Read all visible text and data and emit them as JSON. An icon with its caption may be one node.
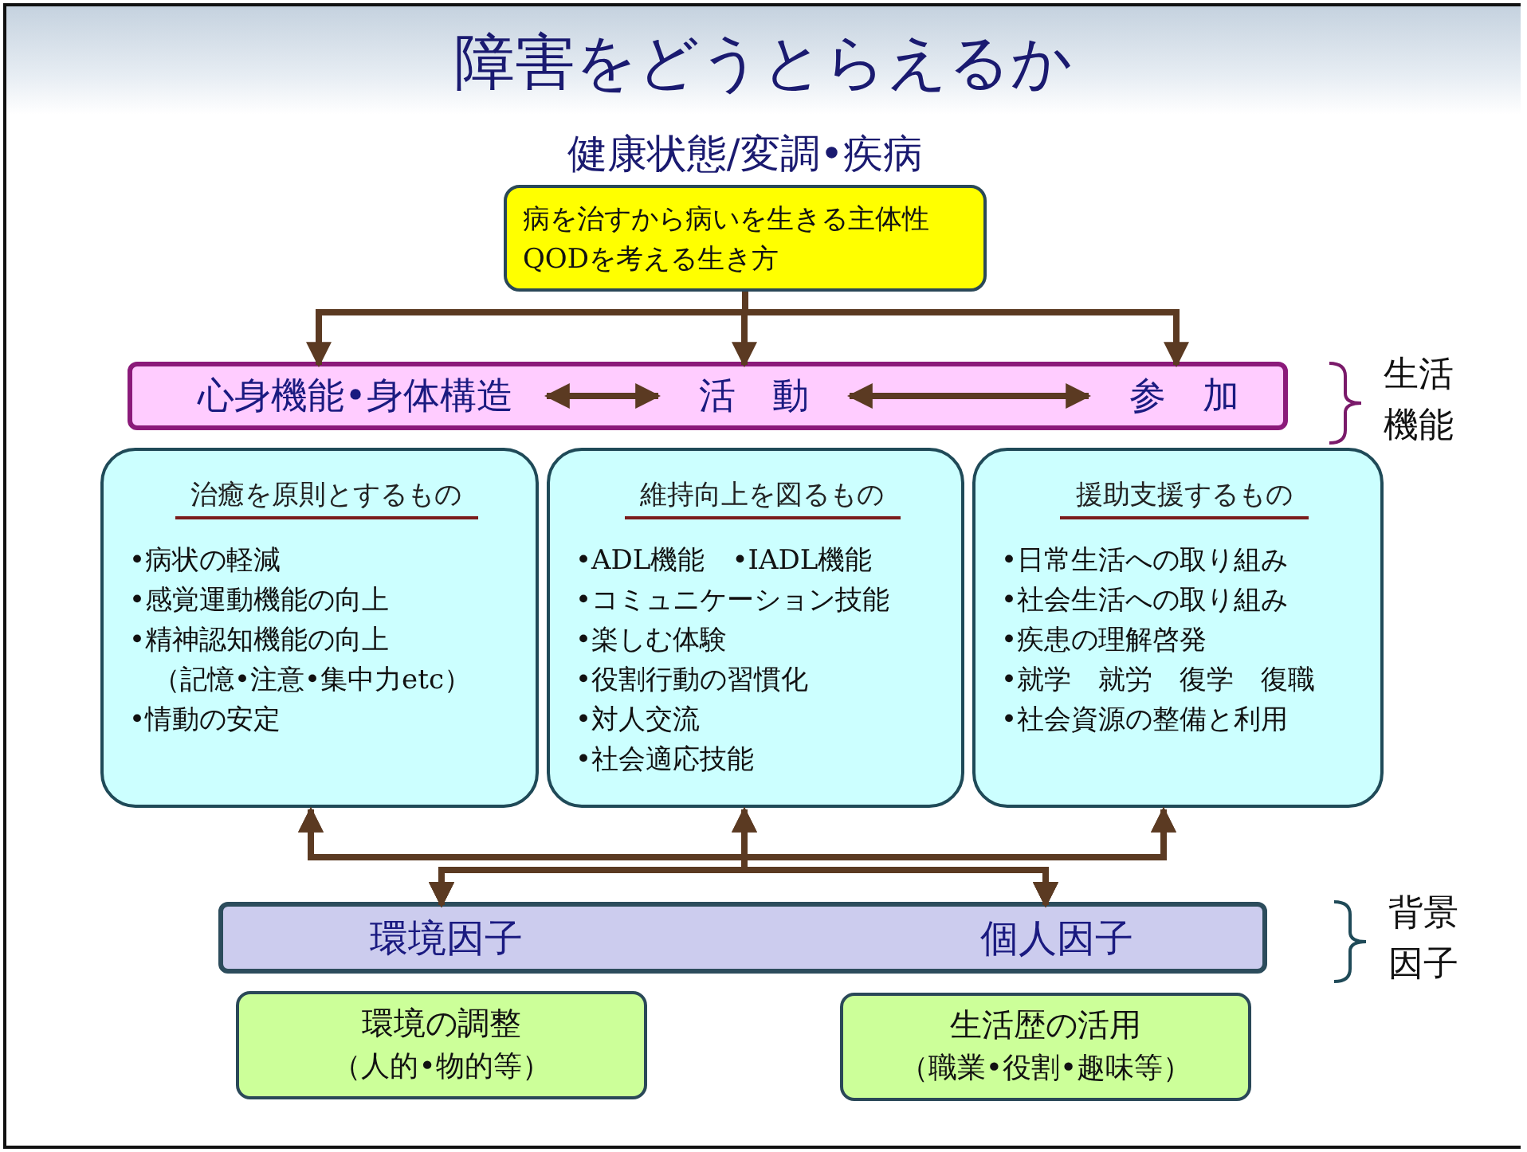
{
  "diagram": {
    "title": "障害をどうとらえるか",
    "nodes": [
      {
        "text": [
          "健康状態/変調•疾病",
          "病を治すから病いを生きる主体性QODを考える生き方"
        ]
      },
      {
        "text": [],
        "shape": "bar"
      },
      {
        "text": [
          "心身機能•身体構造"
        ],
        "in": 1
      },
      {
        "text": [
          "活　動"
        ],
        "in": 1
      },
      {
        "text": [
          "参　加"
        ],
        "in": 1
      },
      {
        "text": [
          "治癒を原則とするもの",
          "•病状の軽減",
          "•感覚運動機能の向上",
          "•精神認知機能の向上（記憶•注意•集中力etc）",
          "•情動の安定"
        ]
      },
      {
        "text": [
          "維持向上を図るもの",
          "•ADL機能　•IADL機能",
          "•コミュニケーション技能",
          "•楽しむ体験",
          "•役割行動の習慣化",
          "•対人交流",
          "•社会適応技能"
        ]
      },
      {
        "text": [
          "援助支援するもの",
          "•日常生活への取り組み",
          "•社会生活への取り組み",
          "•疾患の理解啓発",
          "•就学　就労　復学　復職",
          "•社会資源の整備と利用"
        ]
      },
      {
        "text": [],
        "shape": "bar"
      },
      {
        "text": [
          "環境因子"
        ],
        "in": 8
      },
      {
        "text": [
          "個人因子"
        ],
        "in": 8
      },
      {
        "text": [
          "環境の調整",
          "（人的•物的等）"
        ]
      },
      {
        "text": [
          "生活歴の活用",
          "（職業•役割•趣味等）"
        ]
      }
    ],
    "edges": [
      {
        "from": 0,
        "to": 2,
        "arrow": "to"
      },
      {
        "from": 0,
        "to": 3,
        "arrow": "to"
      },
      {
        "from": 0,
        "to": 4,
        "arrow": "to"
      },
      {
        "from": 2,
        "to": 3,
        "arrow": "both"
      },
      {
        "from": 3,
        "to": 4,
        "arrow": "both"
      },
      {
        "from": 9,
        "to": 5,
        "arrow": "both"
      },
      {
        "from": 9,
        "to": 6,
        "arrow": "both"
      },
      {
        "from": 9,
        "to": 7,
        "arrow": "both"
      },
      {
        "from": 10,
        "to": 5,
        "arrow": "both"
      },
      {
        "from": 10,
        "to": 6,
        "arrow": "both"
      },
      {
        "from": 10,
        "to": 7,
        "arrow": "both"
      }
    ],
    "labels": [
      "生活機能",
      "背景因子"
    ]
  }
}
